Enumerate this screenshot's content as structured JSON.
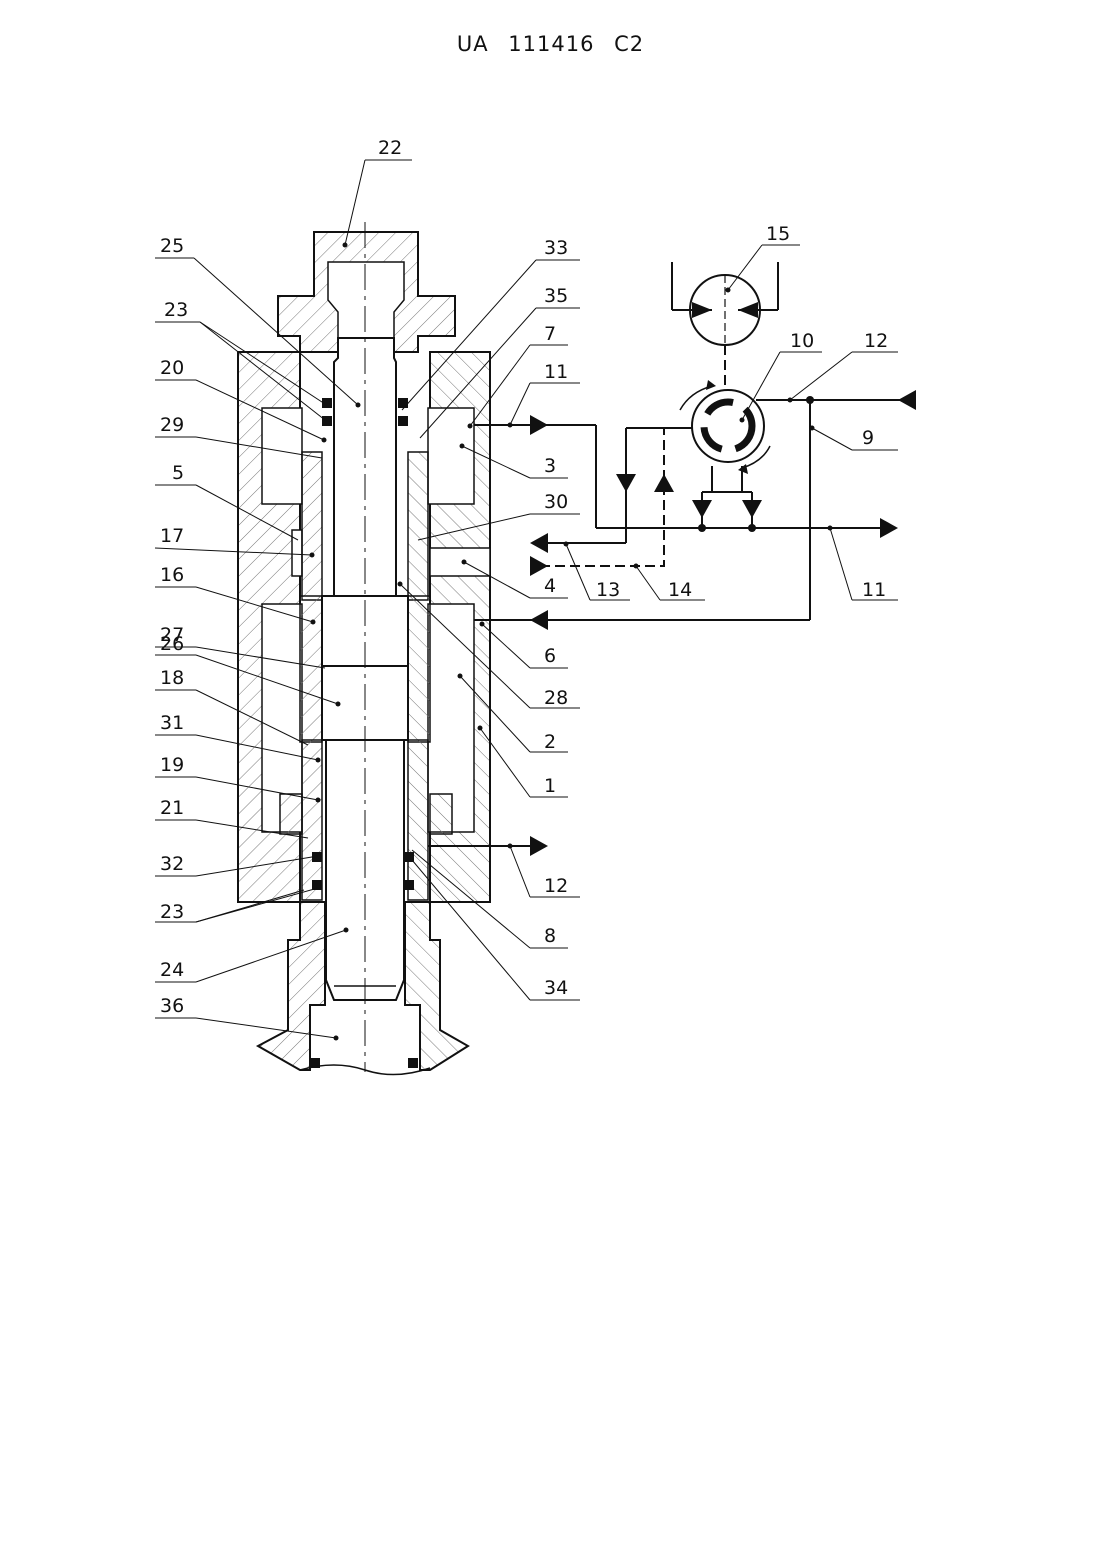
{
  "header": {
    "patent_id": "UA   111416   C2"
  },
  "callouts": {
    "c1": "1",
    "c2": "2",
    "c3": "3",
    "c4": "4",
    "c5": "5",
    "c6": "6",
    "c7": "7",
    "c8": "8",
    "c9": "9",
    "c10": "10",
    "c11a": "11",
    "c11b": "11",
    "c12a": "12",
    "c12b": "12",
    "c13": "13",
    "c14": "14",
    "c15": "15",
    "c16": "16",
    "c17": "17",
    "c18": "18",
    "c19": "19",
    "c20": "20",
    "c21": "21",
    "c22": "22",
    "c23a": "23",
    "c23b": "23",
    "c24": "24",
    "c25": "25",
    "c26": "26",
    "c27": "27",
    "c28": "28",
    "c29": "29",
    "c30": "30",
    "c31": "31",
    "c32": "32",
    "c33": "33",
    "c34": "34",
    "c35": "35",
    "c36": "36"
  },
  "colors": {
    "line": "#111111",
    "hatch": "#777777",
    "background": "#ffffff"
  }
}
